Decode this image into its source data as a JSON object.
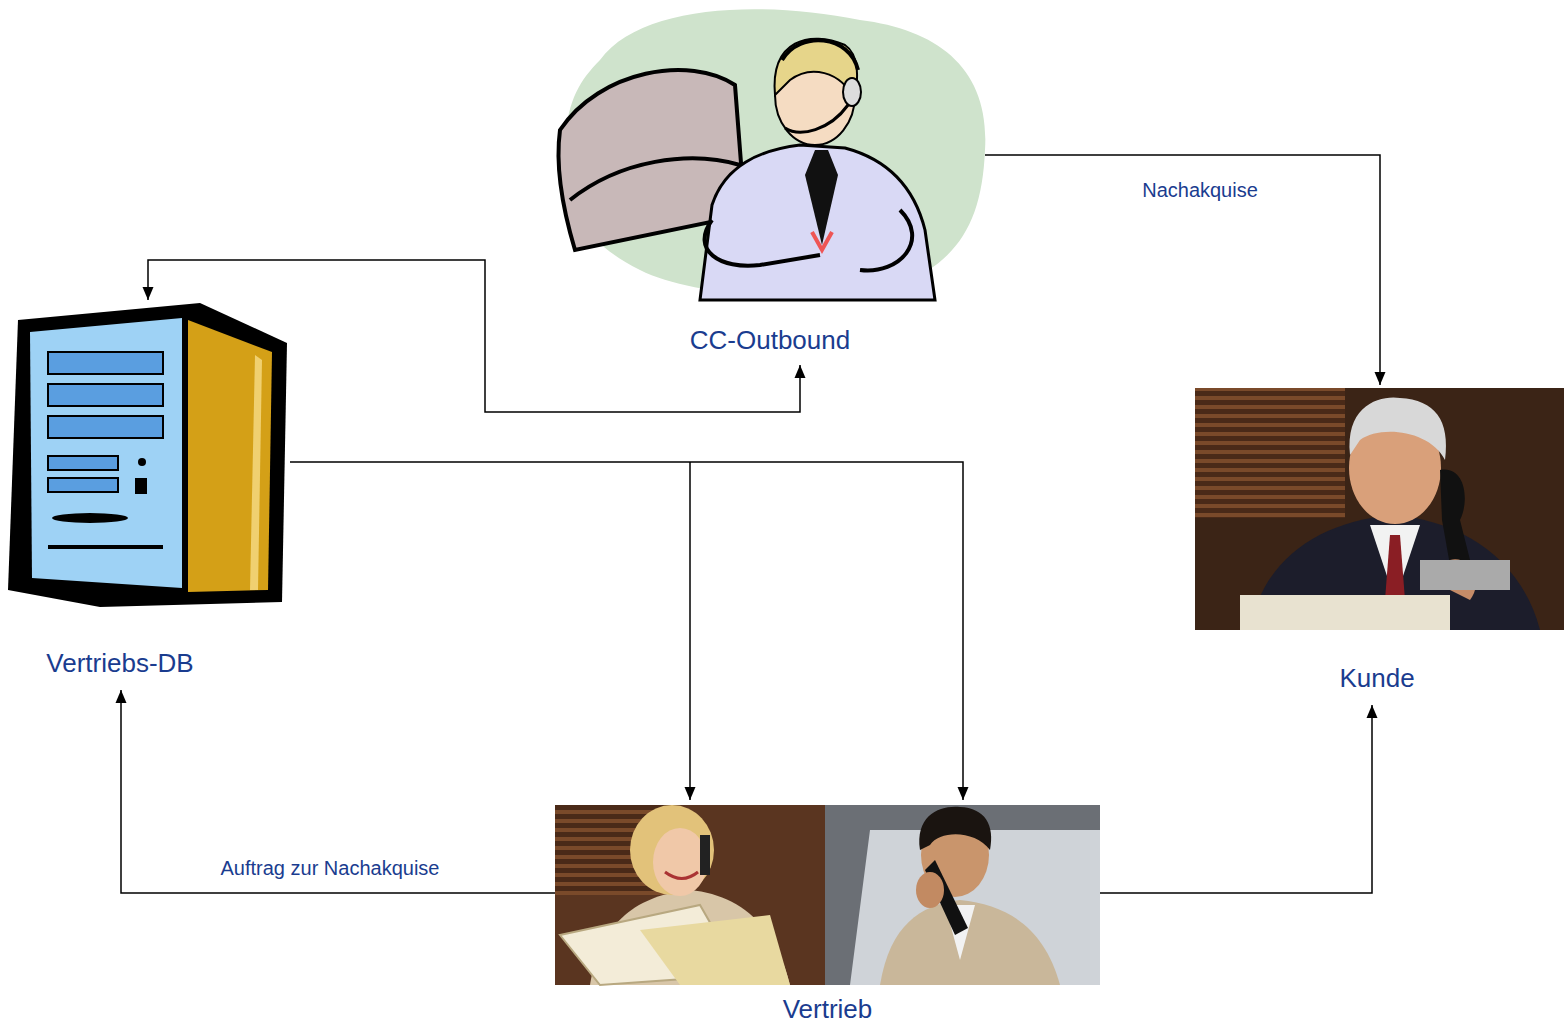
{
  "diagram": {
    "nodes": [
      {
        "text": [
          "CC-Outbound"
        ]
      },
      {
        "text": [
          "Vertriebs-DB"
        ]
      },
      {
        "text": [
          "Kunde"
        ]
      },
      {
        "text": [
          "Vertrieb"
        ]
      }
    ],
    "edges": [
      {
        "from": 0,
        "to": 2,
        "label": "Nachakquise",
        "arrow": "to"
      },
      {
        "from": 1,
        "to": 0,
        "arrow": "both"
      },
      {
        "from": 1,
        "to": 3,
        "arrow": "to"
      },
      {
        "from": 3,
        "to": 1,
        "label": "Auftrag zur Nachakquise",
        "arrow": "to"
      },
      {
        "from": 3,
        "to": 2,
        "arrow": "to"
      }
    ]
  }
}
